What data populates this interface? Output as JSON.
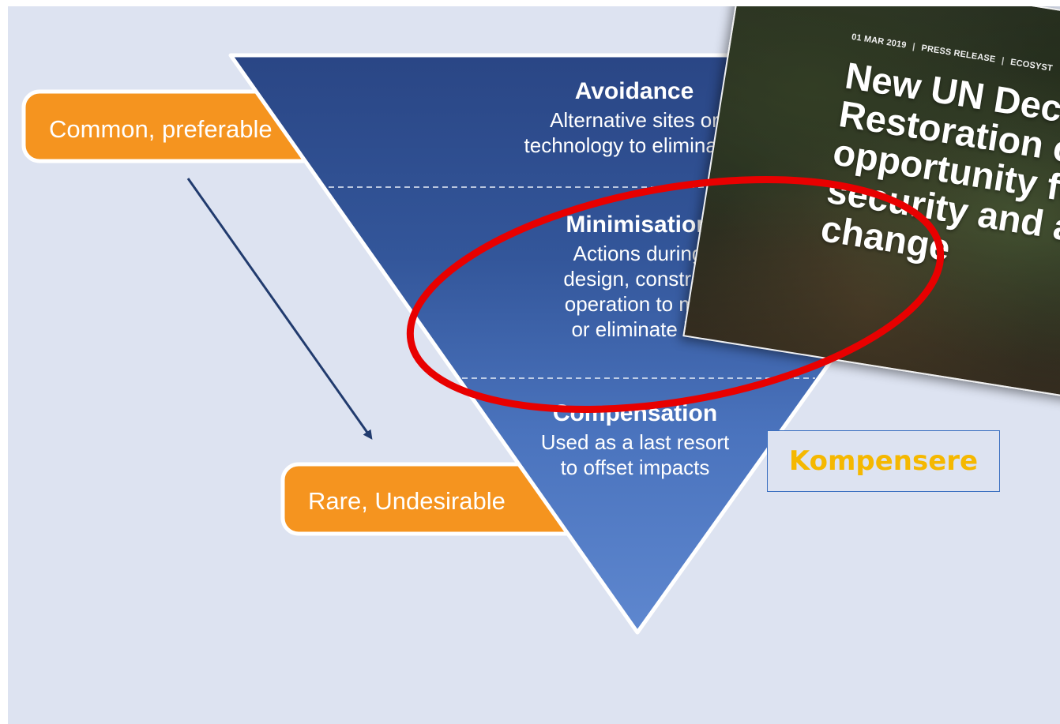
{
  "pyramid": {
    "avoidance": {
      "title": "Avoidance",
      "line1": "Alternative sites or",
      "line2": "technology to eliminate i"
    },
    "minimisation": {
      "title": "Minimisation",
      "line1": "Actions during",
      "line2": "design, construc",
      "line3": "operation to min",
      "line4": "or eliminate im"
    },
    "compensation": {
      "title": "Compensation",
      "line1": "Used as a last resort",
      "line2": "to offset impacts"
    }
  },
  "scale": {
    "top_label": "Common, preferable",
    "bottom_label": "Rare, Undesirable"
  },
  "news": {
    "date": "01 MAR 2019",
    "category": "PRESS RELEASE",
    "topic": "ECOSYST",
    "headline_lines": [
      "New UN Dec",
      "Restoration c",
      "opportunity fo",
      "security and a",
      "change"
    ]
  },
  "annotation": {
    "label": "Kompensere"
  },
  "colors": {
    "background": "#dde3f1",
    "pyramid_top": "#2b4a8a",
    "pyramid_mid": "#3c64aa",
    "pyramid_bottom": "#5b84cc",
    "tab_orange": "#f5941f",
    "arrow": "#213b6e",
    "highlight_ellipse": "#e80000",
    "annotation_text": "#f5b800",
    "annotation_border": "#3a6fc0"
  }
}
